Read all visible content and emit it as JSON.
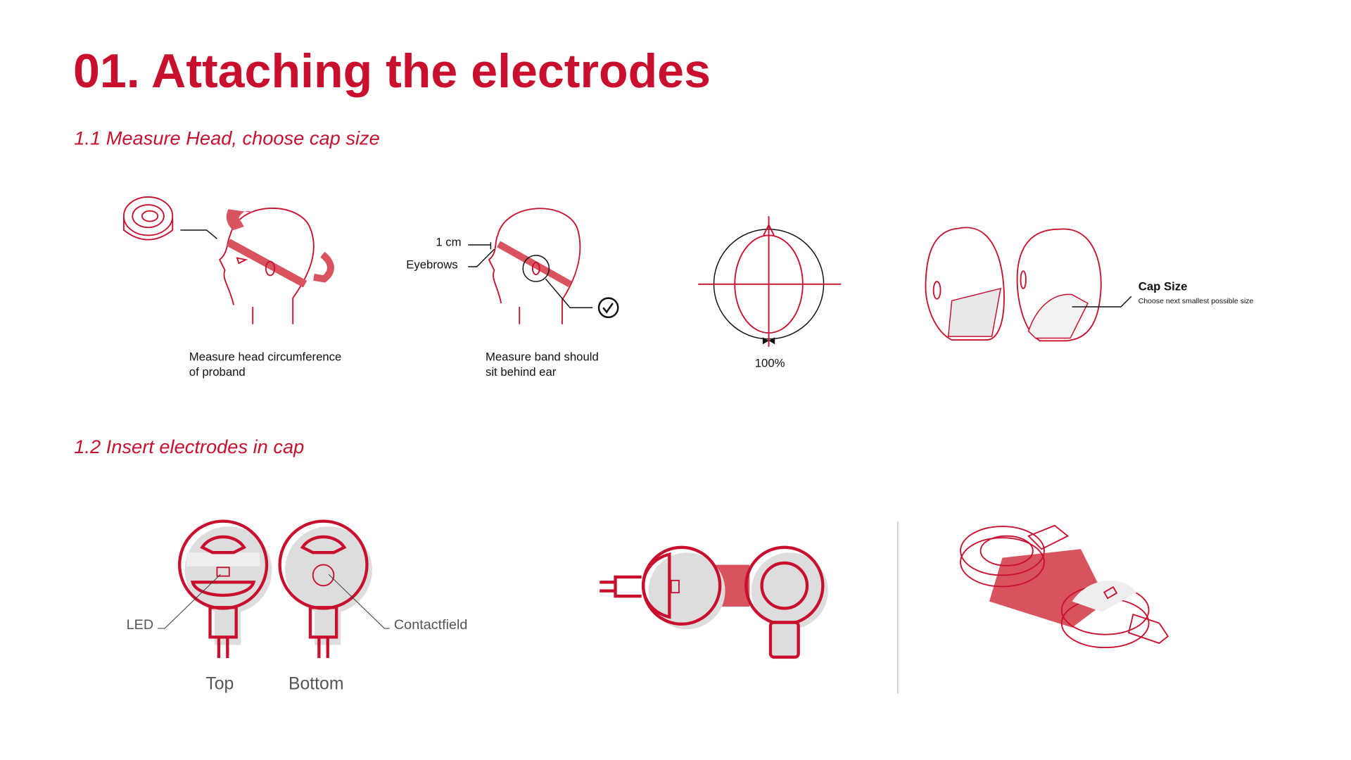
{
  "colors": {
    "accent": "#c8102e",
    "band": "#d9535f",
    "shade": "#e8e8e8"
  },
  "title": "01. Attaching the electrodes",
  "section1": {
    "heading": "1.1 Measure Head, choose cap size",
    "step1_caption": [
      "Measure head circumference",
      "of proband"
    ],
    "step2_labels": {
      "one_cm": "1 cm",
      "eyebrows": "Eyebrows"
    },
    "step2_caption": [
      "Measure band should",
      "sit behind ear"
    ],
    "step3_value": "100%",
    "step4": {
      "title": "Cap Size",
      "note": "Choose next smallest possible size"
    }
  },
  "section2": {
    "heading": "1.2 Insert electrodes in cap",
    "led_label": "LED",
    "contact_label": "Contactfield",
    "top_label": "Top",
    "bottom_label": "Bottom"
  }
}
